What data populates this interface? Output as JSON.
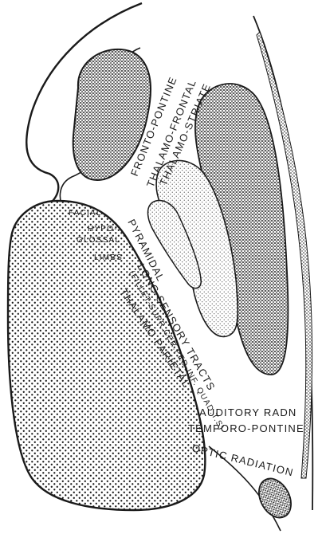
{
  "labels": {
    "fronto_pontine": "FRONTO-PONTINE",
    "thalamo_frontal": "THALAMO-FRONTAL",
    "thalamo_striate": "THALAMO-STRIATE",
    "facial": "FACIAL",
    "hypo": "HYPO-",
    "glossal": "GLOSSAL",
    "limbs": "LIMBS",
    "pyramidal": "PYRAMIDAL",
    "long_sensory_tracts": "LONG SENSORY TRACTS",
    "fillet": "(FILLET-SUPR.CER.PED-INF. QUAD.T.S)",
    "thalamo_parietal": "THALAMO PARIETAL",
    "auditory_radn": "AUDITORY RADN",
    "temporo_pontine": "TEMPORO-PONTINE",
    "optic_radiation": "OPTIC RADIATION"
  },
  "colors": {
    "ink": "#1a1a1a",
    "paper": "#ffffff"
  }
}
